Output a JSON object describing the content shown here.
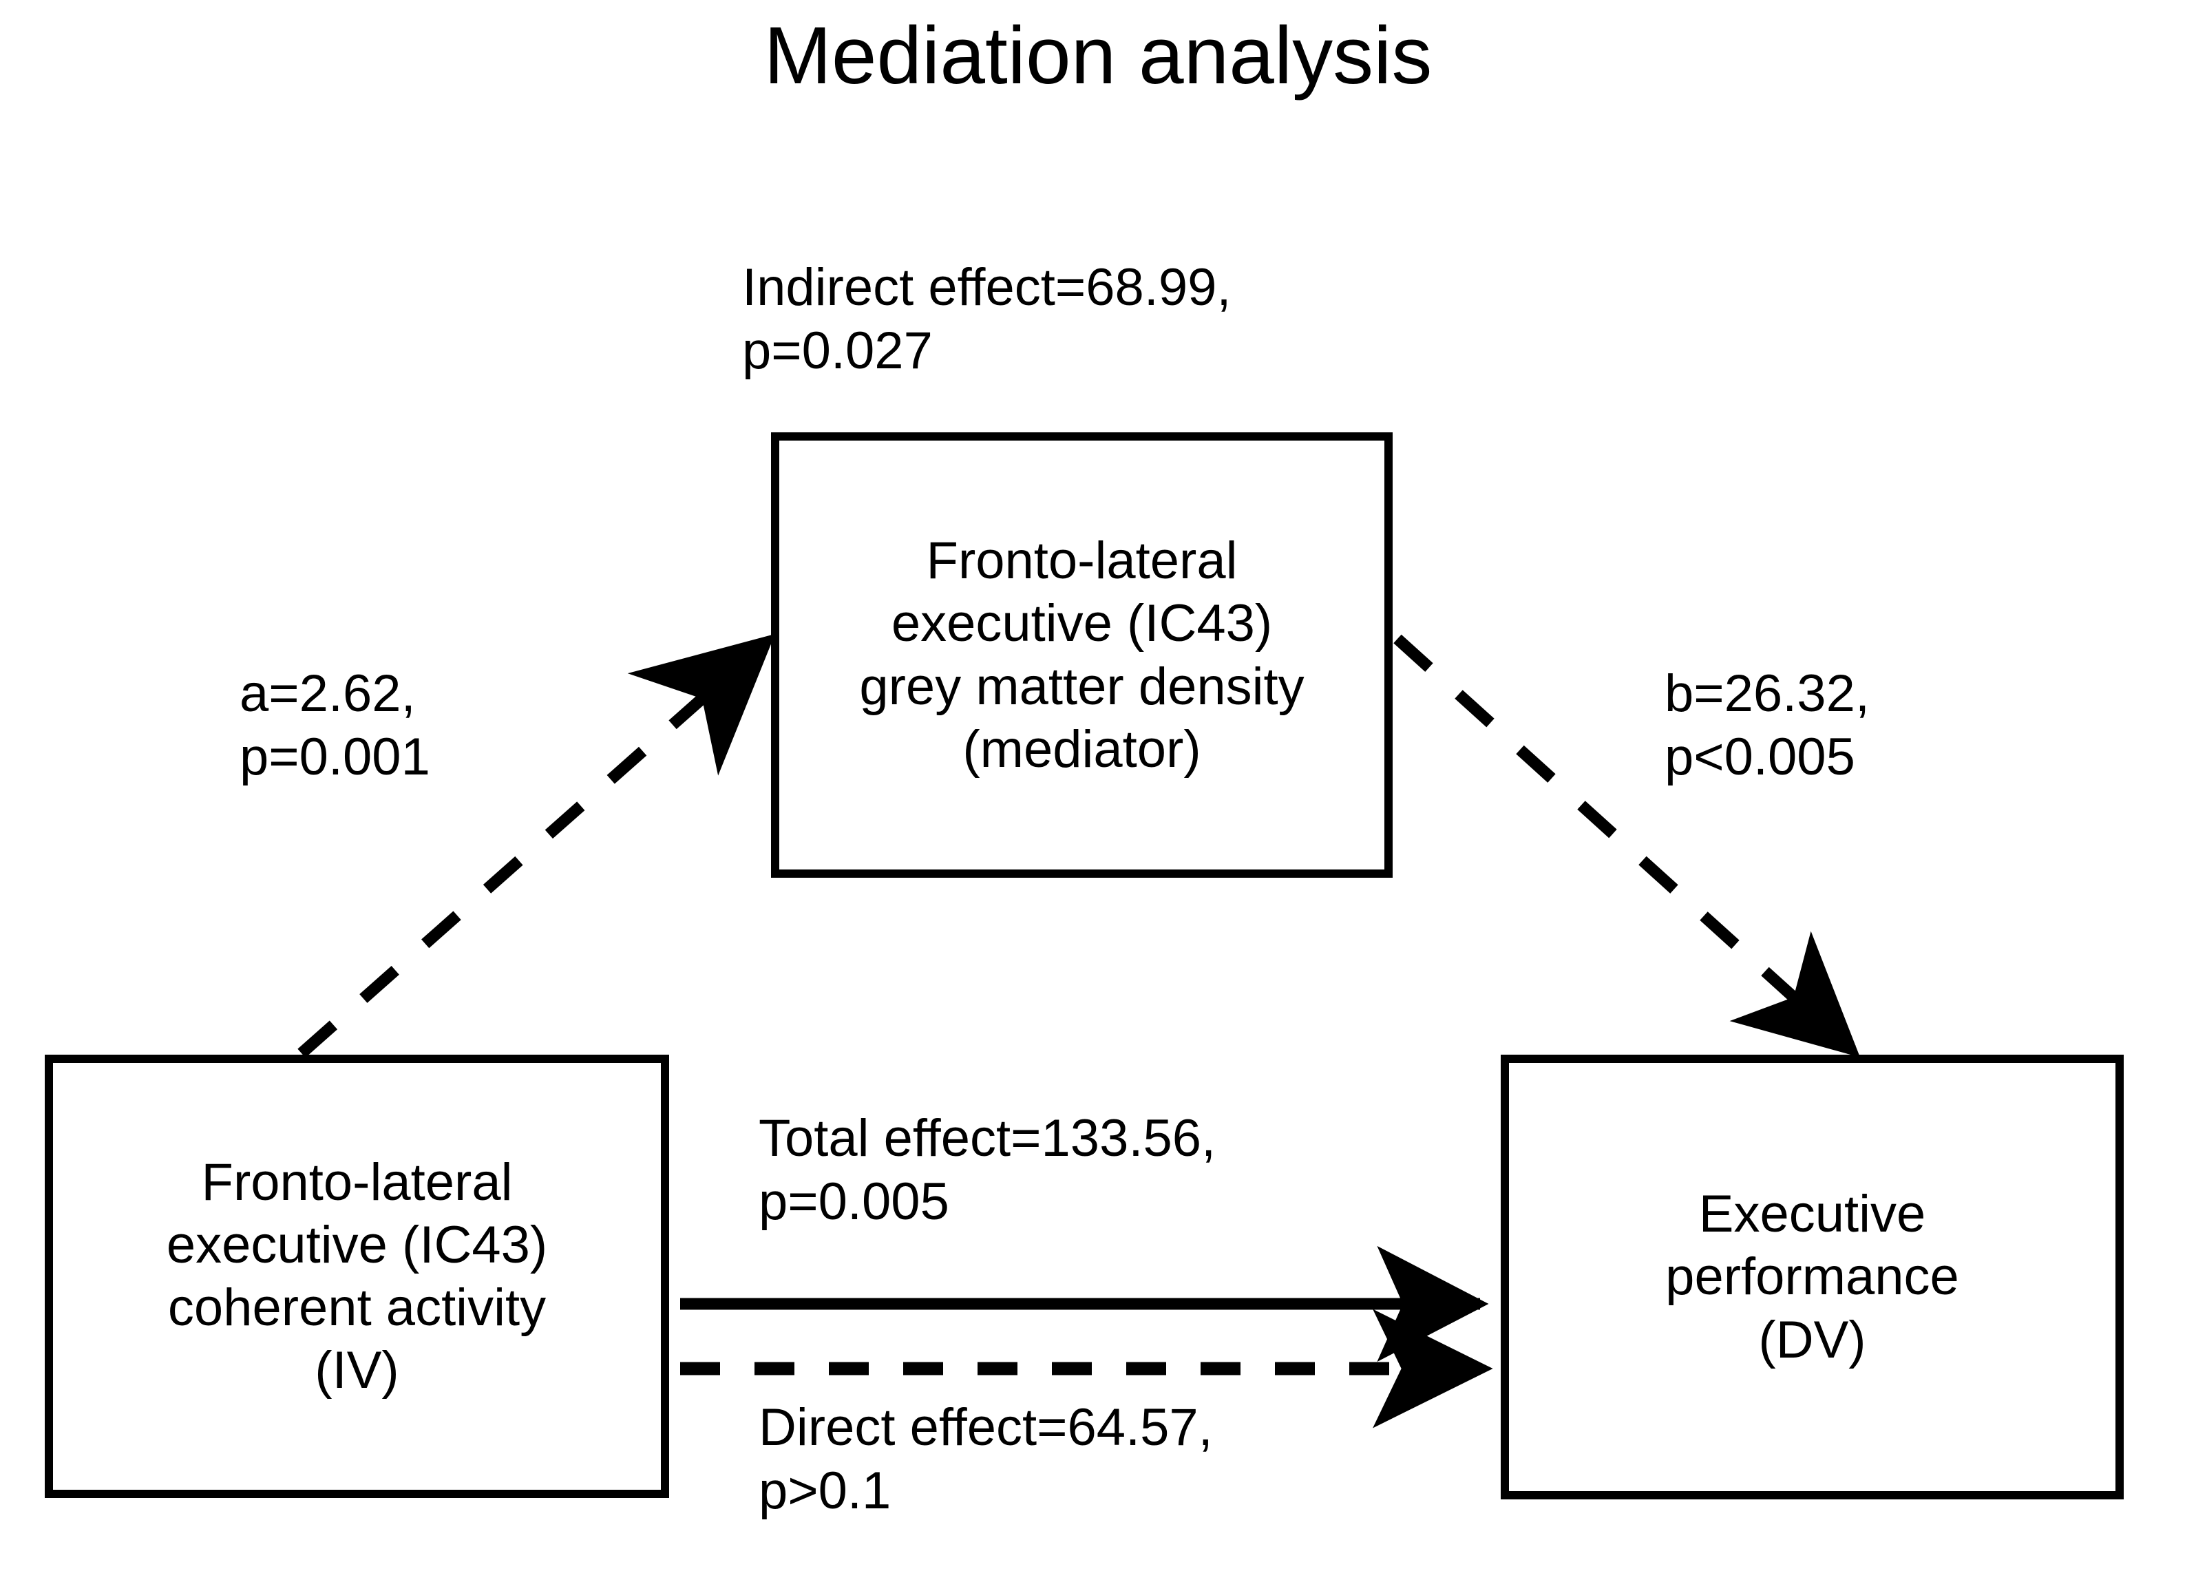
{
  "chart_data": {
    "type": "diagram",
    "diagram_kind": "mediation-path-model",
    "title": "Mediation analysis",
    "nodes": [
      {
        "id": "mediator",
        "role": "mediator",
        "lines": [
          "Fronto-lateral",
          "executive (IC43)",
          "grey matter density",
          "(mediator)"
        ]
      },
      {
        "id": "iv",
        "role": "independent-variable",
        "lines": [
          "Fronto-lateral",
          "executive (IC43)",
          "coherent activity",
          "(IV)"
        ]
      },
      {
        "id": "dv",
        "role": "dependent-variable",
        "lines": [
          "Executive",
          "performance",
          "(DV)"
        ]
      }
    ],
    "edges": [
      {
        "id": "indirect",
        "from": "iv",
        "to": "dv",
        "via": "mediator",
        "style": "annotation",
        "coefficient": 68.99,
        "p_text": "p=0.027",
        "lines": [
          "Indirect effect=68.99,",
          "p=0.027"
        ]
      },
      {
        "id": "a",
        "from": "iv",
        "to": "mediator",
        "style": "dashed",
        "coefficient": 2.62,
        "p_text": "p=0.001",
        "lines": [
          "a=2.62,",
          "p=0.001"
        ]
      },
      {
        "id": "b",
        "from": "mediator",
        "to": "dv",
        "style": "dashed",
        "coefficient": 26.32,
        "p_text": "p<0.005",
        "lines": [
          "b=26.32,",
          "p<0.005"
        ]
      },
      {
        "id": "total",
        "from": "iv",
        "to": "dv",
        "style": "solid",
        "coefficient": 133.56,
        "p_text": "p=0.005",
        "lines": [
          "Total effect=133.56,",
          "p=0.005"
        ]
      },
      {
        "id": "direct",
        "from": "iv",
        "to": "dv",
        "style": "dashed",
        "coefficient": 64.57,
        "p_text": "p>0.1",
        "lines": [
          "Direct effect=64.57,",
          "p>0.1"
        ]
      }
    ],
    "colors": {
      "background": "#ffffff",
      "stroke": "#000000",
      "text": "#000000"
    }
  },
  "title": "Mediation analysis",
  "mediator_box": {
    "line1": "Fronto-lateral",
    "line2": "executive (IC43)",
    "line3": "grey matter density",
    "line4": "(mediator)"
  },
  "iv_box": {
    "line1": "Fronto-lateral",
    "line2": "executive (IC43)",
    "line3": "coherent activity",
    "line4": "(IV)"
  },
  "dv_box": {
    "line1": "Executive",
    "line2": "performance",
    "line3": "(DV)"
  },
  "labels": {
    "indirect": {
      "line1": "Indirect effect=68.99,",
      "line2": "p=0.027"
    },
    "a": {
      "line1": "a=2.62,",
      "line2": "p=0.001"
    },
    "b": {
      "line1": "b=26.32,",
      "line2": "p<0.005"
    },
    "total": {
      "line1": "Total effect=133.56,",
      "line2": "p=0.005"
    },
    "direct": {
      "line1": "Direct effect=64.57,",
      "line2": "p>0.1"
    }
  }
}
